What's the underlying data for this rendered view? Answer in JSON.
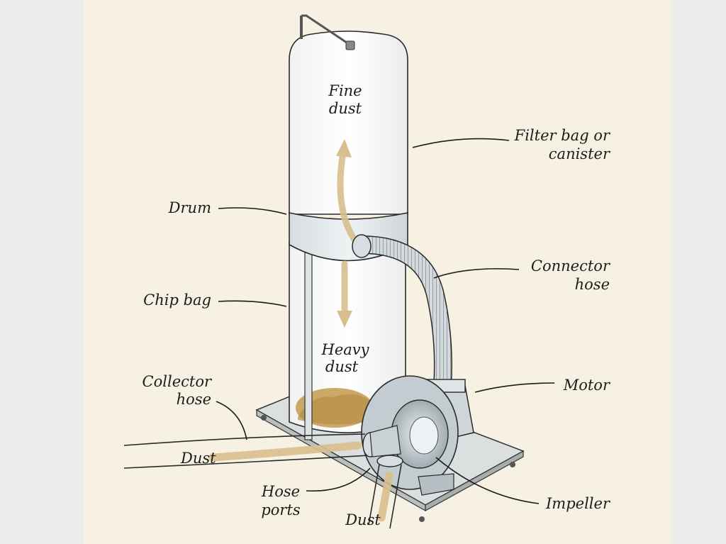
{
  "labels": {
    "fine_dust": [
      "Fine",
      "dust"
    ],
    "filter_bag": [
      "Filter bag or",
      "canister"
    ],
    "drum": "Drum",
    "connector_hose": [
      "Connector",
      "hose"
    ],
    "chip_bag": "Chip bag",
    "heavy_dust": [
      "Heavy",
      "dust"
    ],
    "collector_hose": [
      "Collector",
      "hose"
    ],
    "motor": "Motor",
    "dust_left": "Dust",
    "dust_bottom": "Dust",
    "hose_ports": [
      "Hose",
      "ports"
    ],
    "impeller": "Impeller"
  },
  "colors": {
    "background": "#f7f1e4",
    "outer": "#ececec",
    "dust_flow": "#d8bf8e",
    "heavy_dust": "#c29a4e",
    "metal": "#c9d2d6",
    "line": "#2a2a2a"
  }
}
